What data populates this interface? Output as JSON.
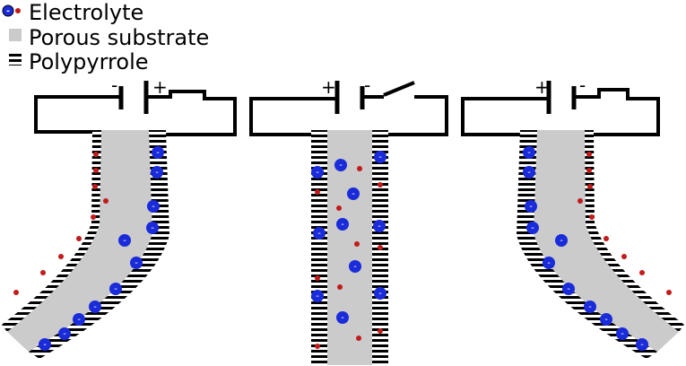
{
  "legend": {
    "items": [
      {
        "label": "Electrolyte",
        "icon": "ion-pair-icon"
      },
      {
        "label": "Porous substrate",
        "icon": "gray-square-icon"
      },
      {
        "label": "Polypyrrole",
        "icon": "striped-square-icon"
      }
    ]
  },
  "signs": {
    "plus": "+",
    "minus": "-",
    "anion": "-"
  },
  "colors": {
    "substrate": "#cbcbcb",
    "polymer_stripe": "#000000",
    "anion_fill": "#1a2bd9",
    "cation_fill": "#c21b1b",
    "wire": "#000000"
  },
  "panels": [
    {
      "id": "left",
      "state": "bent-left",
      "battery_left_sign": "-",
      "battery_right_sign": "+",
      "switch": "closed"
    },
    {
      "id": "middle",
      "state": "neutral",
      "battery_left_sign": "+",
      "battery_right_sign": "-",
      "switch": "open"
    },
    {
      "id": "right",
      "state": "bent-right",
      "battery_left_sign": "+",
      "battery_right_sign": "-",
      "switch": "closed"
    }
  ]
}
